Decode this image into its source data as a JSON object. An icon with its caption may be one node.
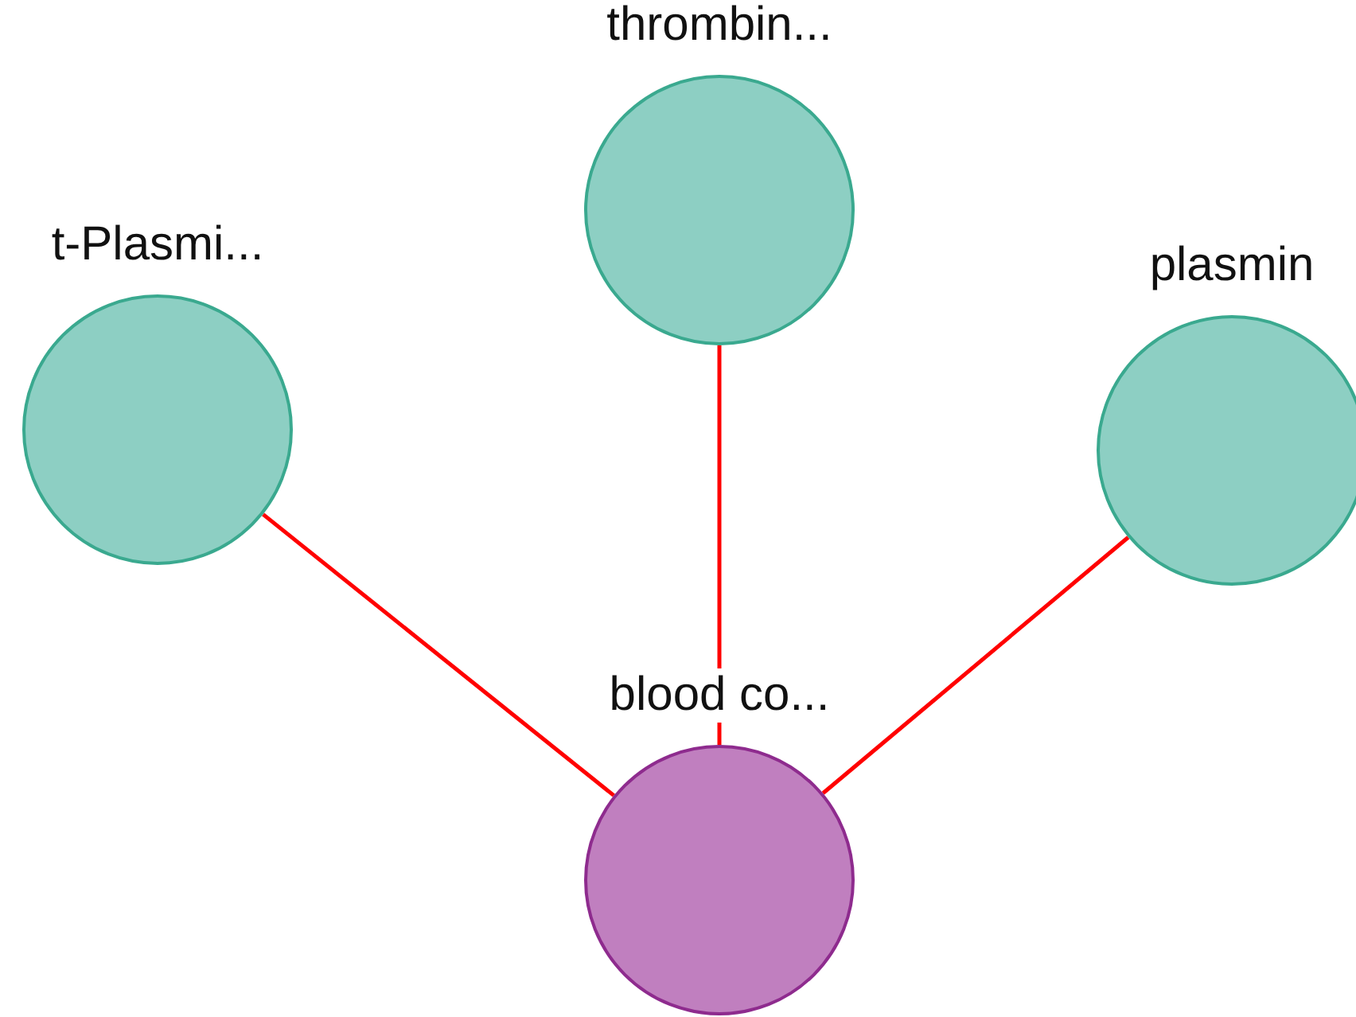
{
  "diagram": {
    "nodes": [
      {
        "text": [
          "thrombin..."
        ]
      },
      {
        "text": [
          "t-Plasmi..."
        ]
      },
      {
        "text": [
          "plasmin"
        ]
      },
      {
        "text": [
          "blood co..."
        ]
      }
    ],
    "edges": [
      {
        "from": 1,
        "to": 3,
        "arrow": "none"
      },
      {
        "from": 0,
        "to": 3,
        "arrow": "none"
      },
      {
        "from": 2,
        "to": 3,
        "arrow": "none"
      }
    ]
  }
}
